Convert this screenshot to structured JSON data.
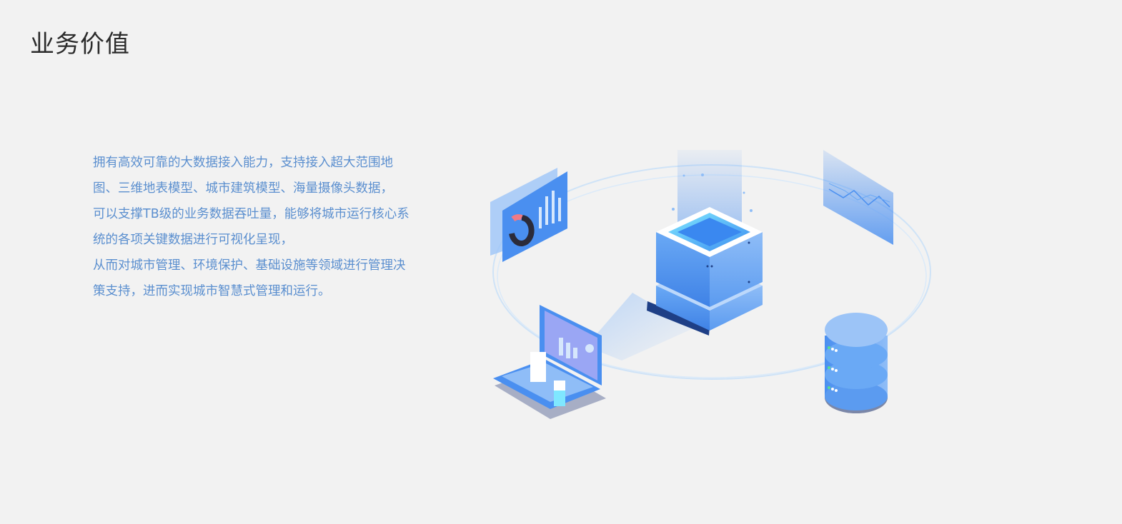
{
  "page": {
    "title": "业务价值"
  },
  "description": {
    "lines": [
      "拥有高效可靠的大数据接入能力，支持接入超大范围地",
      "图、三维地表模型、城市建筑模型、海量摄像头数据，",
      "可以支撑TB级的业务数据吞吐量，能够将城市运行核心系",
      "统的各项关键数据进行可视化呈现，",
      "从而对城市管理、环境保护、基础设施等领域进行管理决",
      "策支持，进而实现城市智慧式管理和运行。"
    ]
  },
  "illustration": {
    "icons": [
      "dashboard-panel-icon",
      "line-chart-panel-icon",
      "server-cube-icon",
      "laptop-icon",
      "database-icon"
    ],
    "colors": {
      "primary": "#4a8ff0",
      "light": "#9cc4f7",
      "dark": "#1e3f86",
      "ring": "#cfe3f7",
      "accent_red": "#f07a86",
      "accent_dark": "#2b2b3a"
    }
  }
}
